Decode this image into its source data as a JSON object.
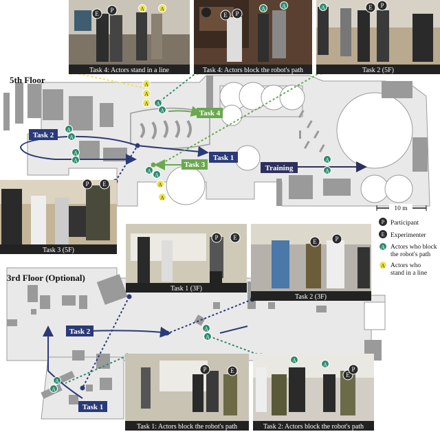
{
  "floors": {
    "fifth": "5th Floor",
    "third": "3rd Floor (Optional)"
  },
  "photos": {
    "p1": "Task 4: Actors stand in a line",
    "p2": "Task 4: Actors block the robot's path",
    "p3": "Task 2 (5F)",
    "p4": "Task 3 (5F)",
    "p5": "Task 1 (3F)",
    "p6": "Task 2 (3F)",
    "p7": "Task 1: Actors block the robot's path",
    "p8": "Task 2: Actors block the robot's path"
  },
  "tasks": {
    "t4": "Task 4",
    "t2_5f": "Task 2",
    "t1_5f": "Task 1",
    "t3": "Task 3",
    "training": "Training",
    "t2_3f": "Task 2",
    "t1_3f": "Task 1"
  },
  "scale": "10 m",
  "legend": {
    "participant": "Participant",
    "experimenter": "Experimenter",
    "block_line1": "Actors who block",
    "block_line2": "the robot's path",
    "line_line1": "Actors who",
    "line_line2": "stand in a line"
  },
  "markers": {
    "participant": "P",
    "experimenter": "E",
    "actor": "A"
  },
  "colors": {
    "navy": "#2a3a78",
    "green": "#6aa84f",
    "teal": "#2e8b6f",
    "yellow": "#ece54a",
    "training": "#2d2f5e",
    "wall": "#9a9a9a",
    "floor": "#e9e9e9"
  }
}
